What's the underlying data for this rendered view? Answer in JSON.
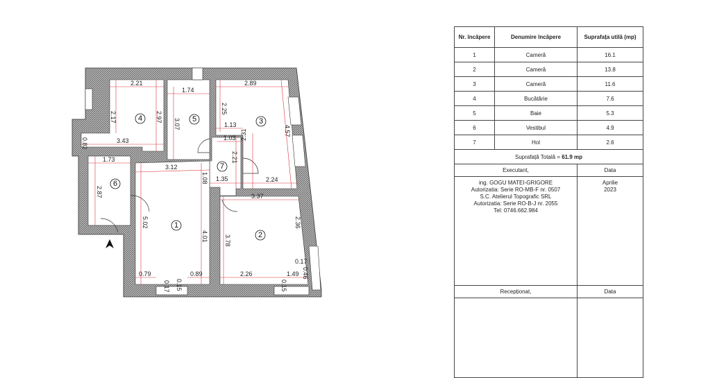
{
  "plan": {
    "rooms": [
      "1",
      "2",
      "3",
      "4",
      "5",
      "6",
      "7"
    ],
    "dimensions": [
      "2.21",
      "1.74",
      "2.89",
      "2.17",
      "2.97",
      "3.07",
      "2.25",
      "1.13",
      "4.57",
      "1.03",
      "2.31",
      "2.21",
      "0.82",
      "3.43",
      "1.73",
      "3.12",
      "1.08",
      "1.35",
      "2.24",
      "3.37",
      "2.87",
      "5.02",
      "4.01",
      "3.78",
      "2.36",
      "0.17",
      "0.46",
      "0.79",
      "0.17",
      "0.15",
      "0.89",
      "2.26",
      "1.49",
      "0.15"
    ],
    "north_arrow": "north-arrow-icon",
    "colors": {
      "wall_hatch": "#888888",
      "dimension_line": "#d9363e"
    }
  },
  "table": {
    "headers": [
      "Nr. încăpere",
      "Denumire încăpere",
      "Suprafața utilă (mp)"
    ],
    "rows": [
      {
        "nr": "1",
        "name": "Cameră",
        "area": "16.1"
      },
      {
        "nr": "2",
        "name": "Cameră",
        "area": "13.8"
      },
      {
        "nr": "3",
        "name": "Cameră",
        "area": "11.6"
      },
      {
        "nr": "4",
        "name": "Bucătărie",
        "area": "7.6"
      },
      {
        "nr": "5",
        "name": "Baie",
        "area": "5.3"
      },
      {
        "nr": "6",
        "name": "Vestibul",
        "area": "4.9"
      },
      {
        "nr": "7",
        "name": "Hol",
        "area": "2.6"
      }
    ],
    "total_label": "Suprafață Totală = ",
    "total_value": "61.9 mp",
    "executant_label": "Executant,",
    "date_label": "Data",
    "executant_lines": [
      "ing. GOGU MATEI-GRIGORE",
      "Autorizatia: Serie RO-MB-F nr. 0507",
      "S.C. Atelierul Topografic SRL",
      "Autorizatia: Serie RO-B-J nr. 2055",
      "Tel: 0746.662.984"
    ],
    "date_lines": [
      "Aprilie",
      "2023"
    ],
    "receptionat_label": "Recepționat,",
    "date_label2": "Data"
  }
}
